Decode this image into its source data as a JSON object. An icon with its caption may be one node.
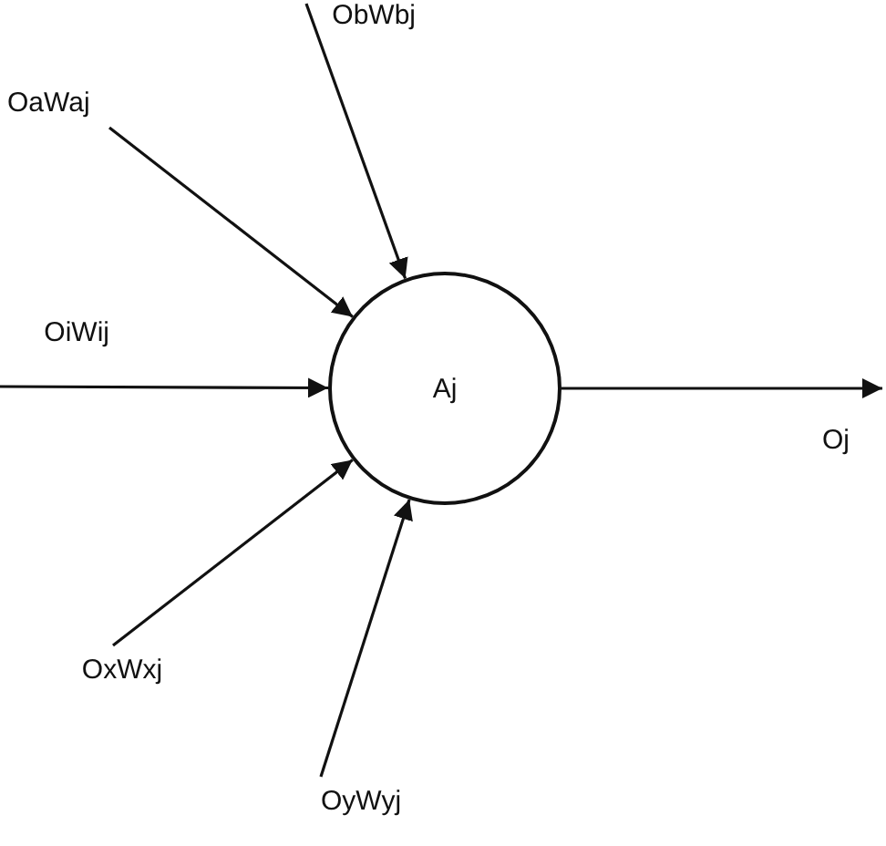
{
  "diagram": {
    "nodes": [
      {
        "text": [
          "ObWbj"
        ]
      },
      {
        "text": [
          "OaWaj"
        ]
      },
      {
        "text": [
          "OiWij"
        ]
      },
      {
        "text": [
          "Aj"
        ]
      },
      {
        "text": [
          "OxWxj"
        ]
      },
      {
        "text": [
          "OyWyj"
        ]
      }
    ],
    "edges": [
      {
        "from": 0,
        "to": 3,
        "arrow": "to"
      },
      {
        "from": 1,
        "to": 3,
        "arrow": "to"
      },
      {
        "from": 2,
        "to": 3,
        "arrow": "to"
      },
      {
        "from": 4,
        "to": 3,
        "arrow": "to"
      },
      {
        "from": 5,
        "to": 3,
        "arrow": "to"
      },
      {
        "from": 3,
        "to": null,
        "arrow": "to",
        "label": "Oj"
      }
    ]
  }
}
